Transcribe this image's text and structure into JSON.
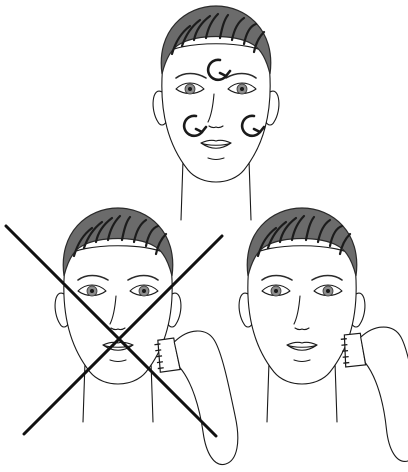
{
  "figures": [
    {
      "id": "top",
      "shows_circular_motion": true,
      "has_device": false,
      "crossed_out": false
    },
    {
      "id": "bottom-left",
      "shows_circular_motion": false,
      "has_device": true,
      "crossed_out": true
    },
    {
      "id": "bottom-right",
      "shows_circular_motion": false,
      "has_device": true,
      "crossed_out": false
    }
  ],
  "colors": {
    "line": "#1a1a1a",
    "hair": "#6b6b6b",
    "iris": "#8c8c8c",
    "background": "#ffffff"
  },
  "icons": [
    "circular-motion-arrow-icon",
    "cross-mark-icon",
    "cleansing-brush-device-icon"
  ]
}
